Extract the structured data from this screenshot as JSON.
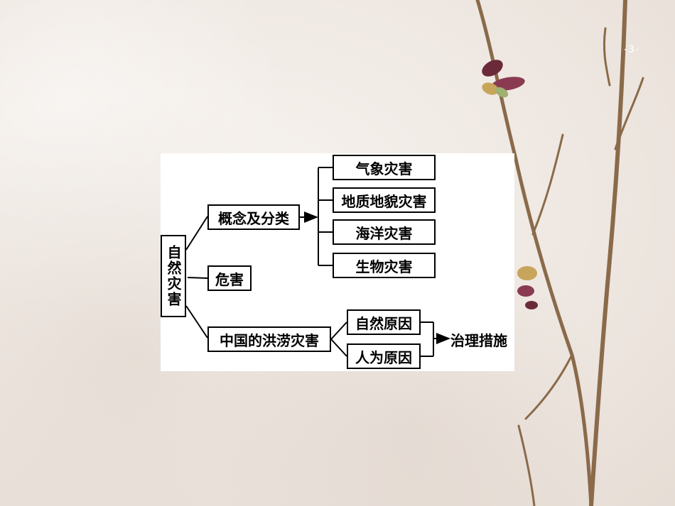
{
  "slide": {
    "page_number": "-3-"
  },
  "diagram": {
    "root": "自然灾害",
    "concept": "概念及分类",
    "categories": [
      "气象灾害",
      "地质地貌灾害",
      "海洋灾害",
      "生物灾害"
    ],
    "harm": "危害",
    "flood": "中国的洪涝灾害",
    "causes": [
      "自然原因",
      "人为原因"
    ],
    "measures": "治理措施"
  }
}
